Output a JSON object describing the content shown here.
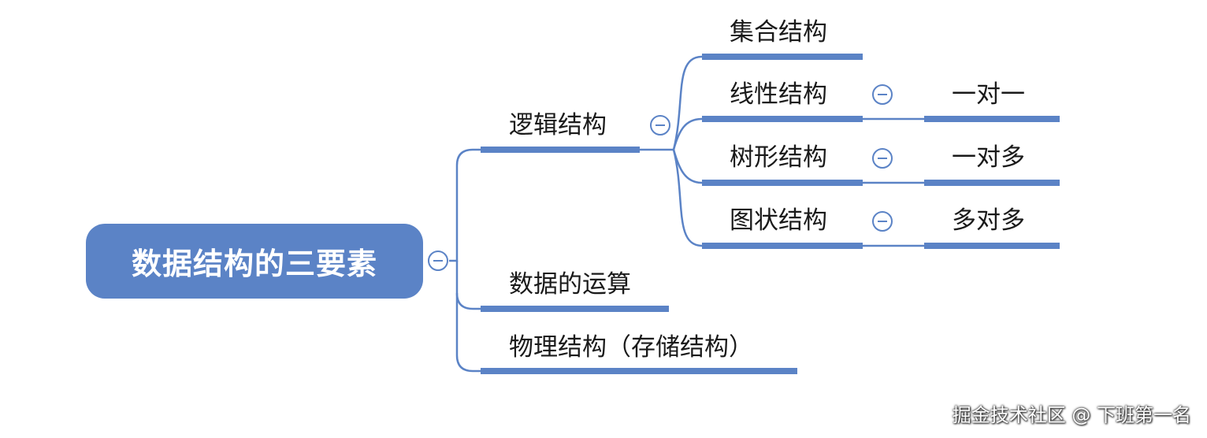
{
  "root": {
    "label": "数据结构的三要素"
  },
  "branches": {
    "logical": {
      "label": "逻辑结构"
    },
    "operations": {
      "label": "数据的运算"
    },
    "physical": {
      "label": "物理结构（存储结构）"
    }
  },
  "logical_children": {
    "set": {
      "label": "集合结构"
    },
    "linear": {
      "label": "线性结构",
      "relation": "一对一"
    },
    "tree": {
      "label": "树形结构",
      "relation": "一对多"
    },
    "graph": {
      "label": "图状结构",
      "relation": "多对多"
    }
  },
  "watermark": "掘金技术社区 @ 下班第一名",
  "colors": {
    "accent": "#5b83c6",
    "text": "#1a1a1a",
    "background": "#ffffff"
  },
  "icons": {
    "collapse": "collapse-minus-icon"
  }
}
